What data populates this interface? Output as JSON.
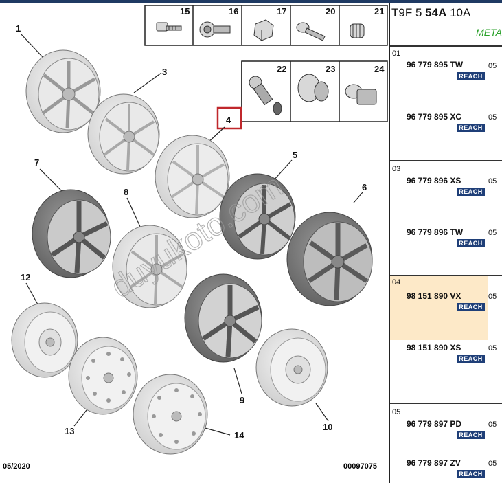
{
  "diagram": {
    "small_parts": [
      "15",
      "16",
      "17",
      "20",
      "21",
      "22",
      "23",
      "24"
    ],
    "callouts": [
      "1",
      "3",
      "4",
      "5",
      "6",
      "7",
      "8",
      "12",
      "9",
      "13",
      "10",
      "14"
    ],
    "selected_callout": "4",
    "watermark": "duyukoto.com",
    "footer_date": "05/2020",
    "footer_ref": "00097075"
  },
  "panel": {
    "code_a": "T9F",
    "code_b": "5",
    "code_c": "54A",
    "code_d": "10A",
    "material": "META",
    "reach": "REACH",
    "highlight_color": "#fde9c8",
    "groups": [
      {
        "num": "01",
        "parts": [
          {
            "ref": "96 779 895 TW",
            "qty": "05"
          },
          {
            "ref": "96 779 895 XC",
            "qty": "05"
          }
        ]
      },
      {
        "num": "03",
        "parts": [
          {
            "ref": "96 779 896 XS",
            "qty": "05"
          },
          {
            "ref": "96 779 896 TW",
            "qty": "05"
          }
        ]
      },
      {
        "num": "04",
        "parts": [
          {
            "ref": "98 151 890 VX",
            "qty": "05"
          },
          {
            "ref": "98 151 890 XS",
            "qty": "05"
          }
        ]
      },
      {
        "num": "05",
        "parts": [
          {
            "ref": "96 779 897 PD",
            "qty": "05"
          },
          {
            "ref": "96 779 897 ZV",
            "qty": "05"
          }
        ]
      }
    ]
  }
}
